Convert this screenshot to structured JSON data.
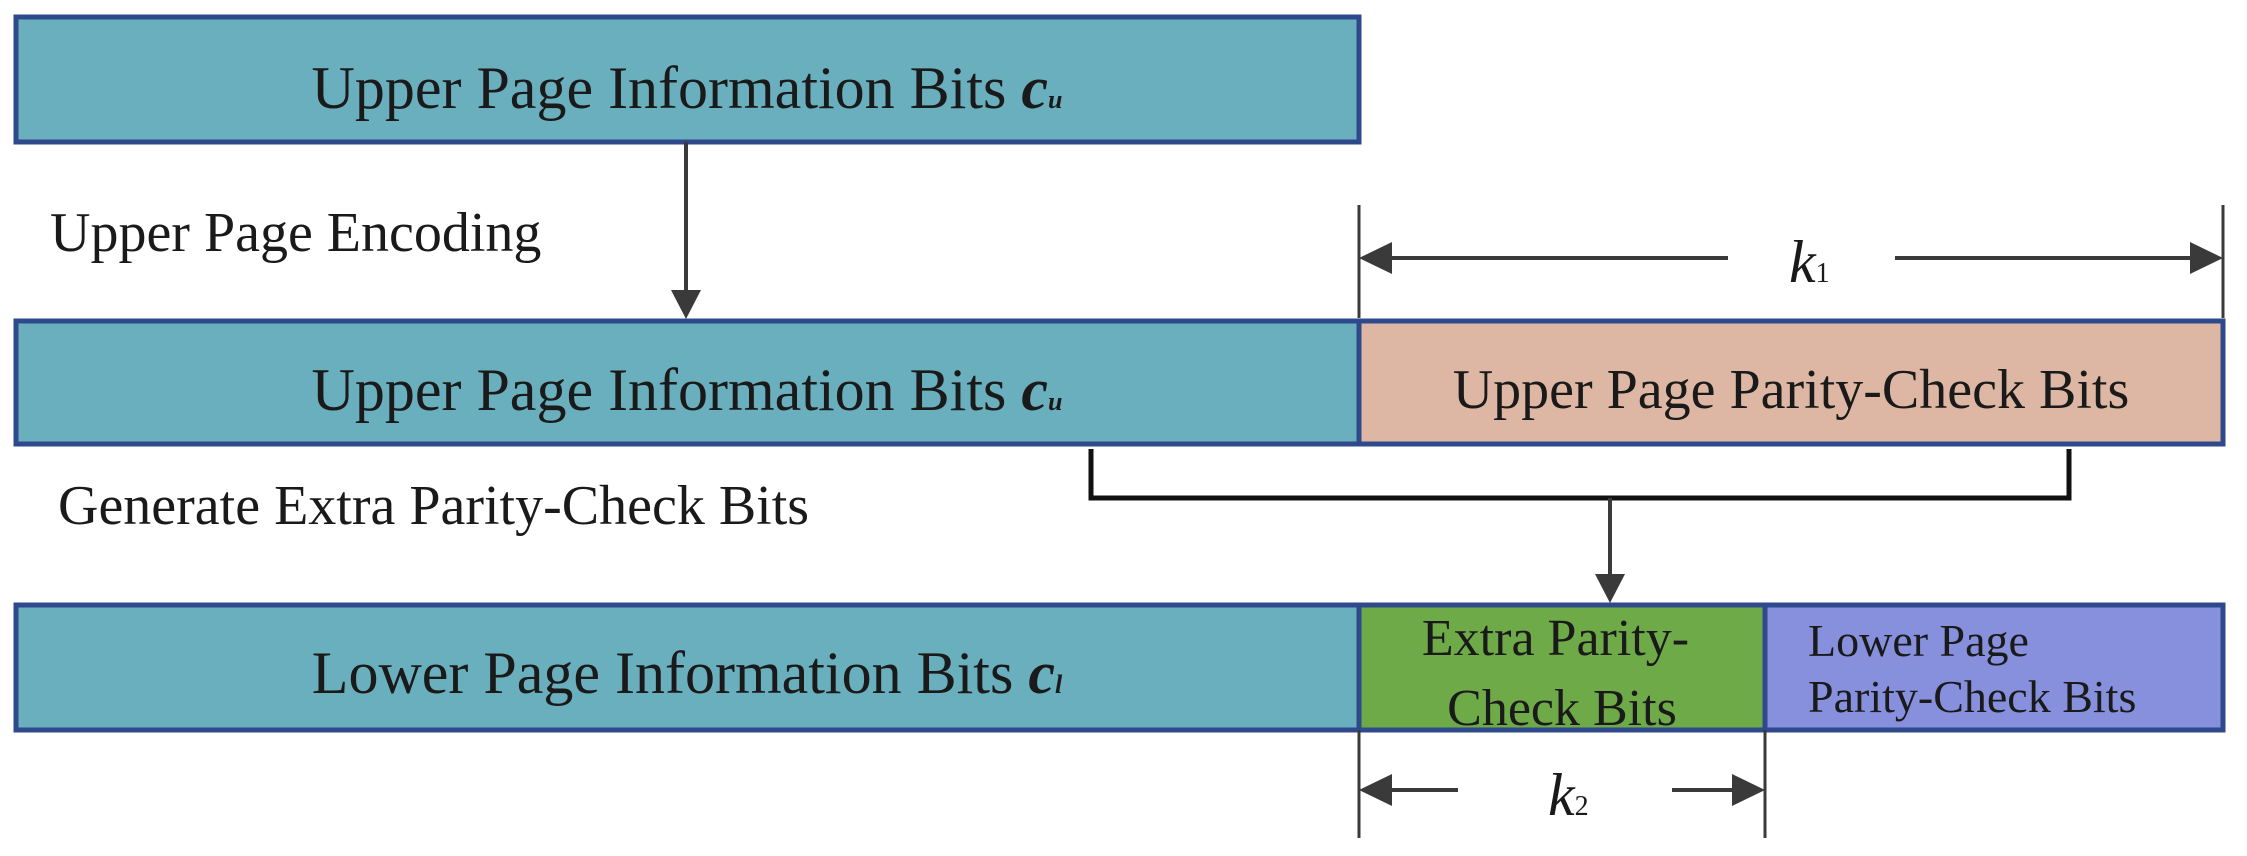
{
  "colors": {
    "info_fill": "#6aafbe",
    "upper_parity_fill": "#ddb7a3",
    "extra_parity_fill": "#6eaa48",
    "lower_parity_fill": "#8690dc",
    "border": "#2f4a8c"
  },
  "row1": {
    "label": "Upper Page Information Bits ",
    "symbol": "c",
    "subscript": "u"
  },
  "upper_encoding_label": "Upper Page Encoding",
  "k1": {
    "symbol": "k",
    "subscript": "1"
  },
  "row2": {
    "info": {
      "label": "Upper Page Information Bits ",
      "symbol": "c",
      "subscript": "u"
    },
    "parity_label": "Upper Page Parity-Check Bits"
  },
  "generate_extra_label": "Generate Extra Parity-Check Bits",
  "row3": {
    "info": {
      "label": "Lower Page Information Bits ",
      "symbol": "c",
      "subscript": "l"
    },
    "extra_parity_lines": [
      "Extra Parity-",
      "Check Bits"
    ],
    "lower_parity_lines": [
      "Lower Page",
      "Parity-Check Bits"
    ]
  },
  "k2": {
    "symbol": "k",
    "subscript": "2"
  }
}
